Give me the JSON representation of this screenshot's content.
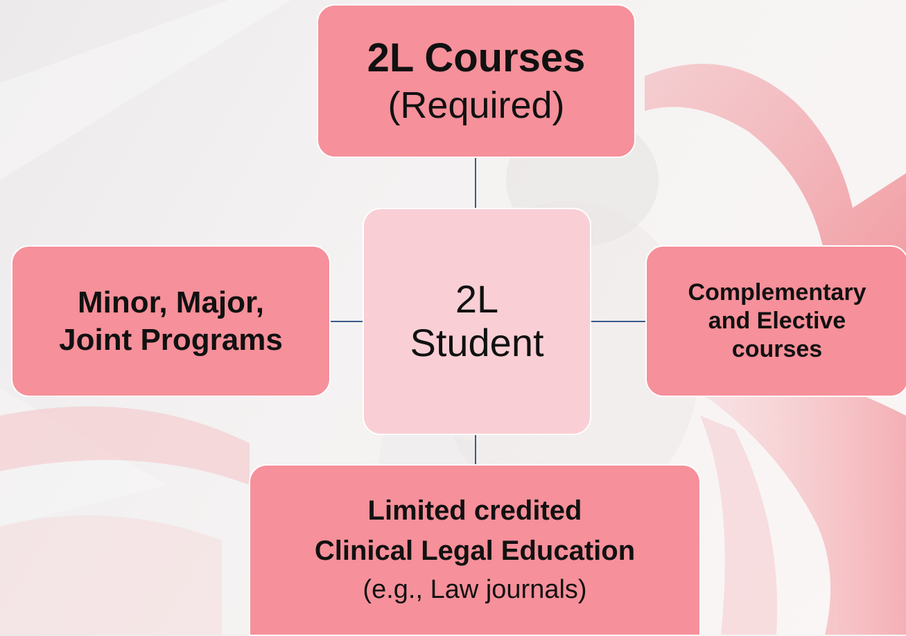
{
  "diagram": {
    "top": {
      "title": "2L Courses",
      "subtitle": "(Required)"
    },
    "center": {
      "line1": "2L",
      "line2": "Student"
    },
    "left": {
      "line1": "Minor, Major,",
      "line2": "Joint Programs"
    },
    "right": {
      "line1": "Complementary",
      "line2": "and Elective",
      "line3": "courses"
    },
    "bottom": {
      "line1": "Limited credited",
      "line2": "Clinical Legal Education",
      "line3": "(e.g., Law journals)"
    }
  },
  "colors": {
    "outer_box": "#f6909a",
    "center_box": "#f9cfd5",
    "connector": "#3a5a8a",
    "decor_red": "#e8424e"
  }
}
